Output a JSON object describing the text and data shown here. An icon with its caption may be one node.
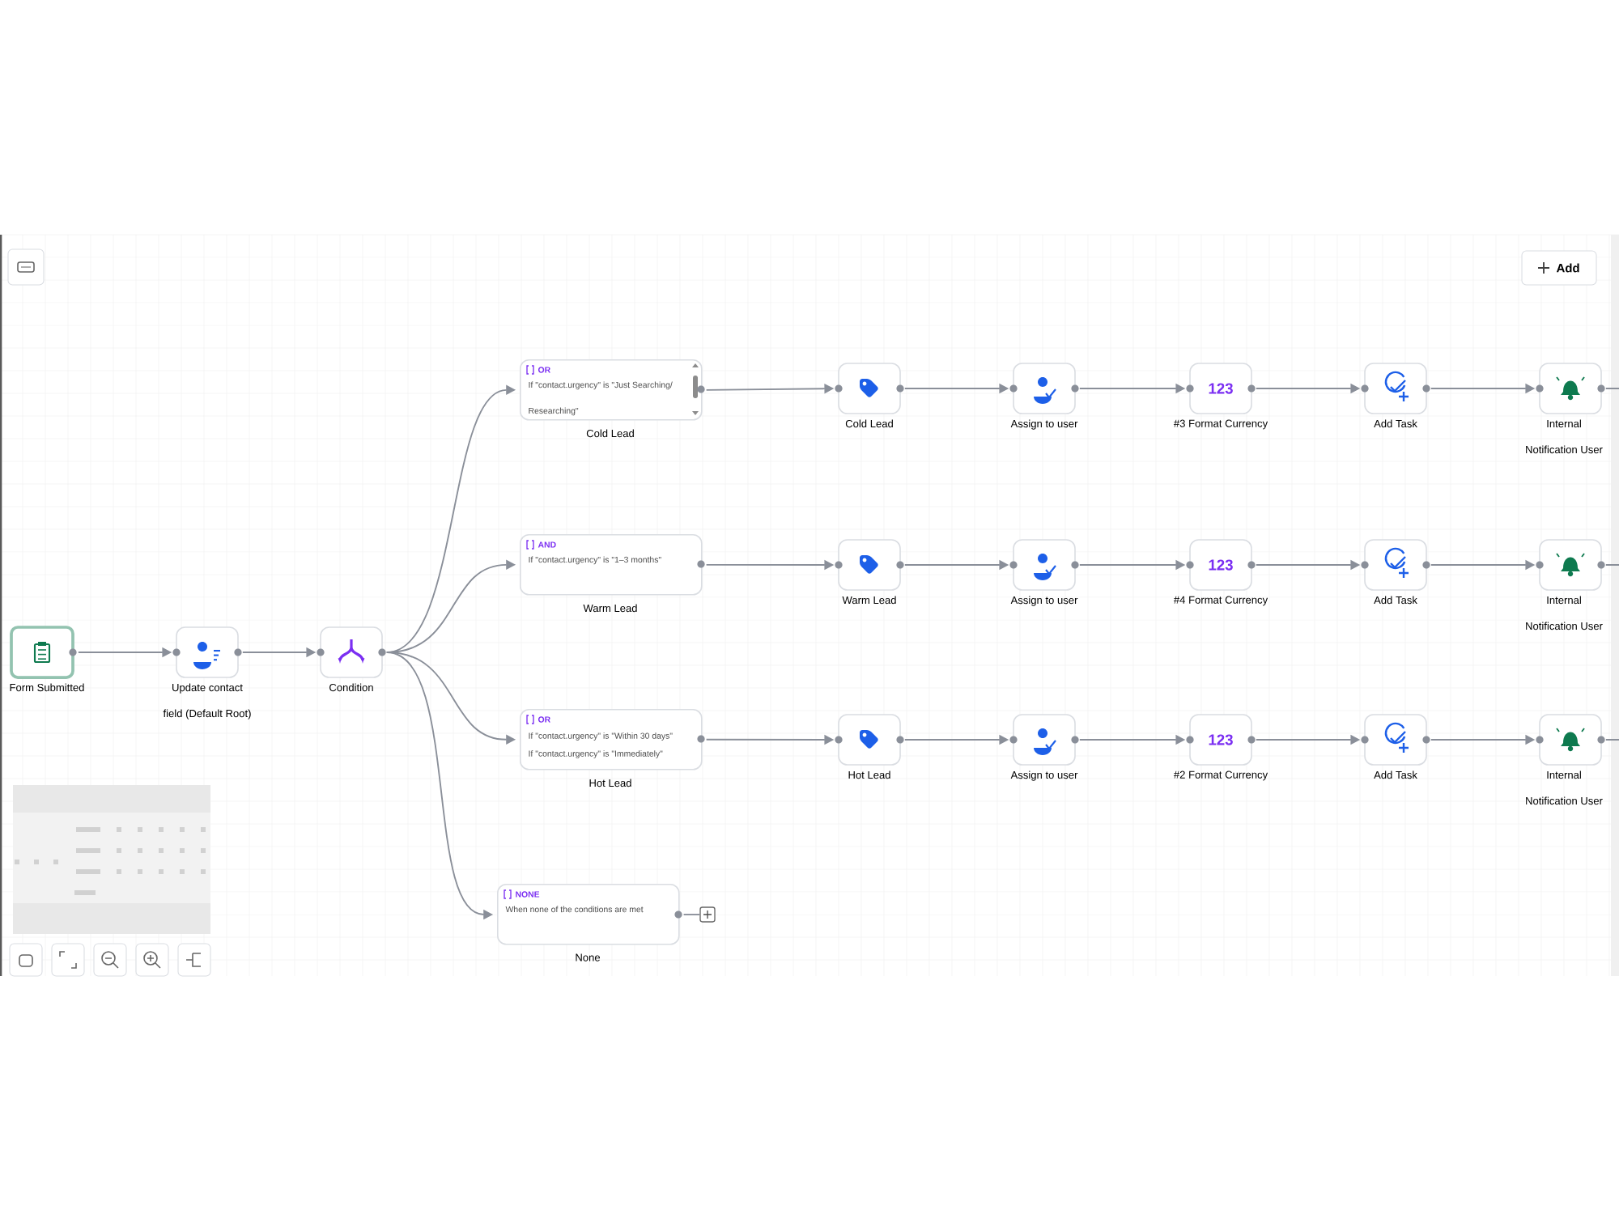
{
  "diagram": {
    "nodes": [
      {
        "text": [
          "Form Submitted"
        ]
      },
      {
        "text": [
          "Update contact field (Default Root)"
        ]
      },
      {
        "text": [
          "Condition"
        ]
      },
      {
        "text": [
          "OR",
          "If \"contact.urgency\" is \"Just Searching/ Researching\"",
          "Cold Lead"
        ]
      },
      {
        "text": [
          "AND",
          "If \"contact.urgency\" is \"1–3 months\"",
          "Warm Lead"
        ]
      },
      {
        "text": [
          "OR",
          "If \"contact.urgency\" is \"Within 30 days\"",
          "If \"contact.urgency\" is \"Immediately\"",
          "Hot Lead"
        ]
      },
      {
        "text": [
          "NONE",
          "When none of the conditions are met",
          "None"
        ]
      },
      {
        "text": [
          "Cold Lead"
        ]
      },
      {
        "text": [
          "Assign to user"
        ]
      },
      {
        "text": [
          "123",
          "#3 Format Currency"
        ]
      },
      {
        "text": [
          "Add Task"
        ]
      },
      {
        "text": [
          "Internal Notification User"
        ]
      },
      {
        "text": [
          "Warm Lead"
        ]
      },
      {
        "text": [
          "Assign to user"
        ]
      },
      {
        "text": [
          "123",
          "#4 Format Currency"
        ]
      },
      {
        "text": [
          "Add Task"
        ]
      },
      {
        "text": [
          "Internal Notification User"
        ]
      },
      {
        "text": [
          "Hot Lead"
        ]
      },
      {
        "text": [
          "Assign to user"
        ]
      },
      {
        "text": [
          "123",
          "#2 Format Currency"
        ]
      },
      {
        "text": [
          "Add Task"
        ]
      },
      {
        "text": [
          "Internal Notification User"
        ]
      },
      {
        "text": [],
        "shape": "box"
      }
    ],
    "edges": [
      {
        "from": 0,
        "to": 1,
        "arrow": "to"
      },
      {
        "from": 1,
        "to": 2,
        "arrow": "to"
      },
      {
        "from": 2,
        "to": 3,
        "arrow": "to"
      },
      {
        "from": 2,
        "to": 4,
        "arrow": "to"
      },
      {
        "from": 2,
        "to": 5,
        "arrow": "to"
      },
      {
        "from": 2,
        "to": 6,
        "arrow": "to"
      },
      {
        "from": 3,
        "to": 7,
        "arrow": "to"
      },
      {
        "from": 7,
        "to": 8,
        "arrow": "to"
      },
      {
        "from": 8,
        "to": 9,
        "arrow": "to"
      },
      {
        "from": 9,
        "to": 10,
        "arrow": "to"
      },
      {
        "from": 10,
        "to": 11,
        "arrow": "to"
      },
      {
        "from": 11,
        "to": null,
        "arrow": "none"
      },
      {
        "from": 4,
        "to": 12,
        "arrow": "to"
      },
      {
        "from": 12,
        "to": 13,
        "arrow": "to"
      },
      {
        "from": 13,
        "to": 14,
        "arrow": "to"
      },
      {
        "from": 14,
        "to": 15,
        "arrow": "to"
      },
      {
        "from": 15,
        "to": 16,
        "arrow": "to"
      },
      {
        "from": 16,
        "to": null,
        "arrow": "none"
      },
      {
        "from": 5,
        "to": 17,
        "arrow": "to"
      },
      {
        "from": 17,
        "to": 18,
        "arrow": "to"
      },
      {
        "from": 18,
        "to": 19,
        "arrow": "to"
      },
      {
        "from": 19,
        "to": 20,
        "arrow": "to"
      },
      {
        "from": 20,
        "to": 21,
        "arrow": "to"
      },
      {
        "from": 21,
        "to": null,
        "arrow": "none"
      },
      {
        "from": 6,
        "to": 22,
        "arrow": "none"
      }
    ],
    "labels": [
      "Add"
    ]
  }
}
